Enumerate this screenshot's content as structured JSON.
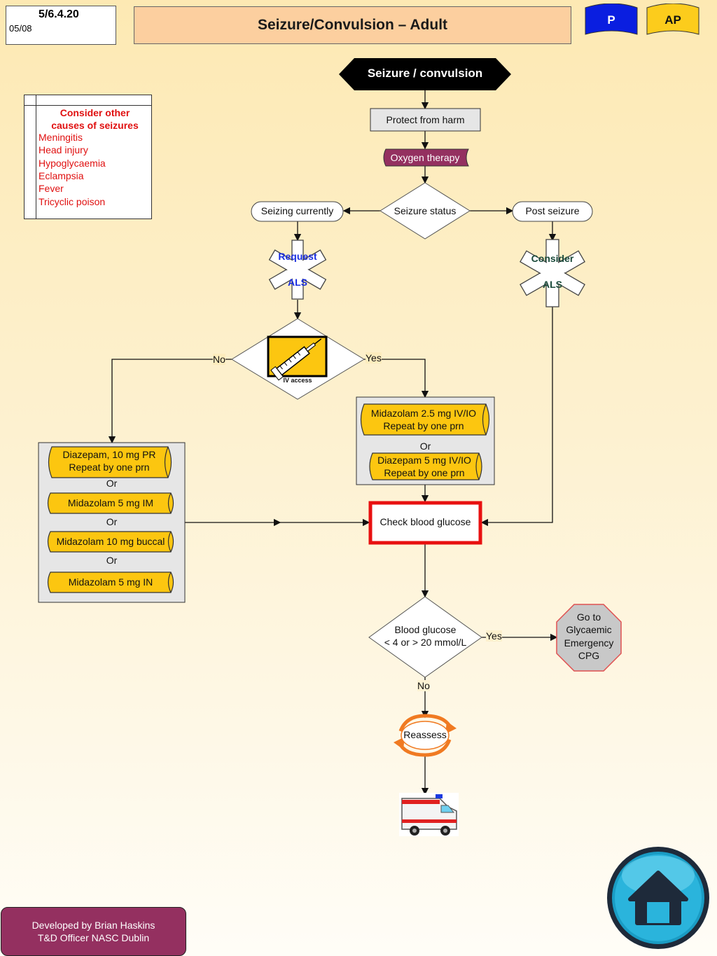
{
  "header": {
    "version_code": "5/6.4.20",
    "version_date": "05/08",
    "title": "Seizure/Convulsion – Adult",
    "badges": [
      {
        "label": "P",
        "color": "#0a1ee0",
        "text_color": "#ffffff"
      },
      {
        "label": "AP",
        "color": "#fccc1c",
        "text_color": "#111111"
      }
    ]
  },
  "note": {
    "heading_line1": "Consider other",
    "heading_line2": "causes of seizures",
    "items": [
      "Meningitis",
      "Head injury",
      "Hypoglycaemia",
      "Eclampsia",
      "Fever",
      "Tricyclic poison"
    ],
    "color": "#e01010"
  },
  "flow": {
    "start": "Seizure / convulsion",
    "protect": "Protect from harm",
    "oxygen": "Oxygen therapy",
    "status": "Seizure status",
    "seizing": "Seizing currently",
    "post": "Post seizure",
    "request_als": {
      "line1": "Request",
      "line2": "ALS"
    },
    "consider_als": {
      "line1": "Consider",
      "line2": "ALS"
    },
    "iv_access": "IV access",
    "no": "No",
    "yes": "Yes",
    "iv_yes_box": {
      "drug1_line1": "Midazolam 2.5 mg IV/IO",
      "drug1_line2": "Repeat by one prn",
      "or": "Or",
      "drug2_line1": "Diazepam 5 mg IV/IO",
      "drug2_line2": "Repeat by one prn"
    },
    "iv_no_box": {
      "drug1_line1": "Diazepam, 10 mg PR",
      "drug1_line2": "Repeat by one prn",
      "or": "Or",
      "drug2": "Midazolam 5 mg IM",
      "drug3": "Midazolam 10 mg buccal",
      "drug4": "Midazolam 5 mg IN"
    },
    "check_glucose": "Check blood glucose",
    "glucose_decision": {
      "line1": "Blood glucose",
      "line2": "< 4 or > 20 mmol/L"
    },
    "glycaemic": {
      "line1": "Go to",
      "line2": "Glycaemic",
      "line3": "Emergency",
      "line4": "CPG"
    },
    "reassess": "Reassess"
  },
  "footer": {
    "line1": "Developed by Brian Haskins",
    "line2": "T&D Officer NASC Dublin"
  },
  "colors": {
    "drug_fill": "#fcc610",
    "oxygen_fill": "#943060",
    "highlight_border": "#e81010",
    "als_text": "#1a2ee0",
    "consider_text": "#1a4a3a",
    "reassess": "#f07a22"
  },
  "icons": [
    "syringe-icon",
    "star-of-life-icon",
    "ambulance-icon",
    "home-icon",
    "reassess-cycle-icon"
  ]
}
